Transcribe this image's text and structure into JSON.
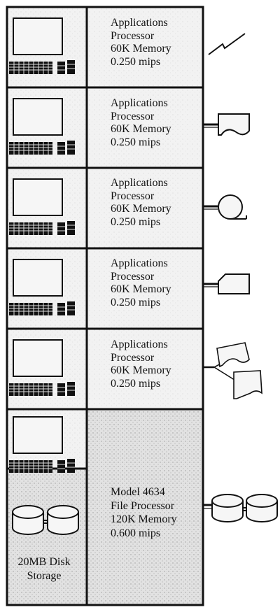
{
  "processors": [
    {
      "line1": "Applications",
      "line2": "Processor",
      "memory": "60K Memory",
      "speed": "0.250 mips",
      "peripheral": "communications-link-icon"
    },
    {
      "line1": "Applications",
      "line2": "Processor",
      "memory": "60K Memory",
      "speed": "0.250 mips",
      "peripheral": "document-printer-icon"
    },
    {
      "line1": "Applications",
      "line2": "Processor",
      "memory": "60K Memory",
      "speed": "0.250 mips",
      "peripheral": "tape-reel-icon"
    },
    {
      "line1": "Applications",
      "line2": "Processor",
      "memory": "60K Memory",
      "speed": "0.250 mips",
      "peripheral": "card-reader-icon"
    },
    {
      "line1": "Applications",
      "line2": "Processor",
      "memory": "60K Memory",
      "speed": "0.250 mips",
      "peripheral": "dual-printer-icon"
    }
  ],
  "file_processor": {
    "model": "Model 4634",
    "name": "File Processor",
    "memory": "120K Memory",
    "speed": "0.600 mips",
    "peripheral": "dual-disk-drive-icon"
  },
  "disk_storage": {
    "line1": "20MB Disk",
    "line2": "Storage"
  }
}
